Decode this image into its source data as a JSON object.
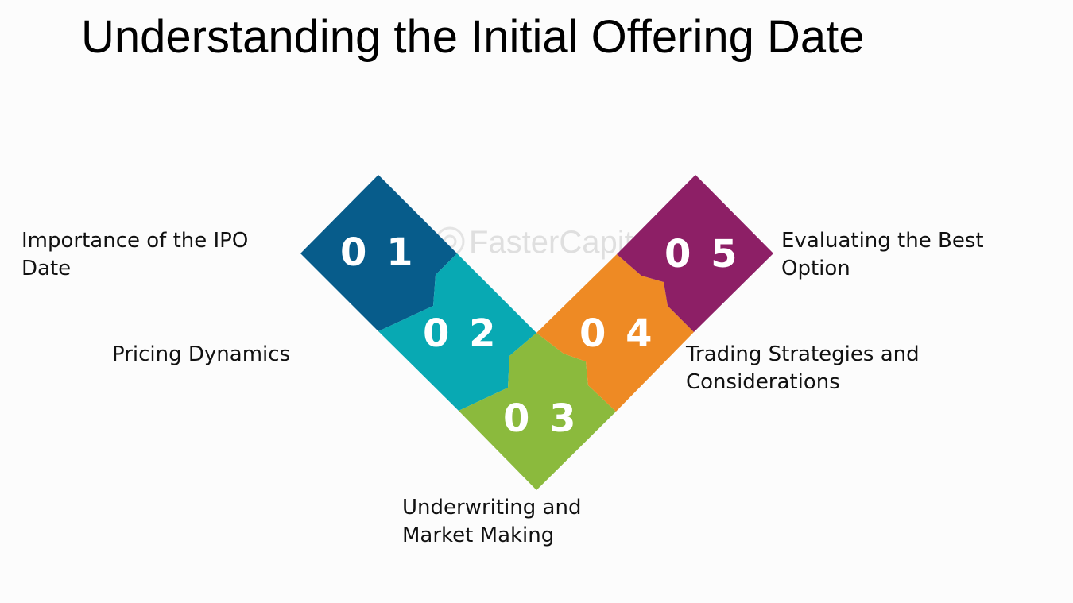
{
  "title": "Understanding the Initial Offering Date",
  "watermark": "FasterCapital",
  "steps": [
    {
      "number": "0 1",
      "label_lines": [
        "Importance of the IPO",
        "Date"
      ],
      "color": "#075c8b"
    },
    {
      "number": "0 2",
      "label_lines": [
        "Pricing Dynamics"
      ],
      "color": "#08a9b3"
    },
    {
      "number": "0 3",
      "label_lines": [
        "Underwriting and",
        "Market Making"
      ],
      "color": "#8bba3d"
    },
    {
      "number": "0 4",
      "label_lines": [
        "Trading Strategies and",
        "Considerations"
      ],
      "color": "#ee8a24"
    },
    {
      "number": "0 5",
      "label_lines": [
        "Evaluating the Best",
        "Option"
      ],
      "color": "#8d1f66"
    }
  ]
}
